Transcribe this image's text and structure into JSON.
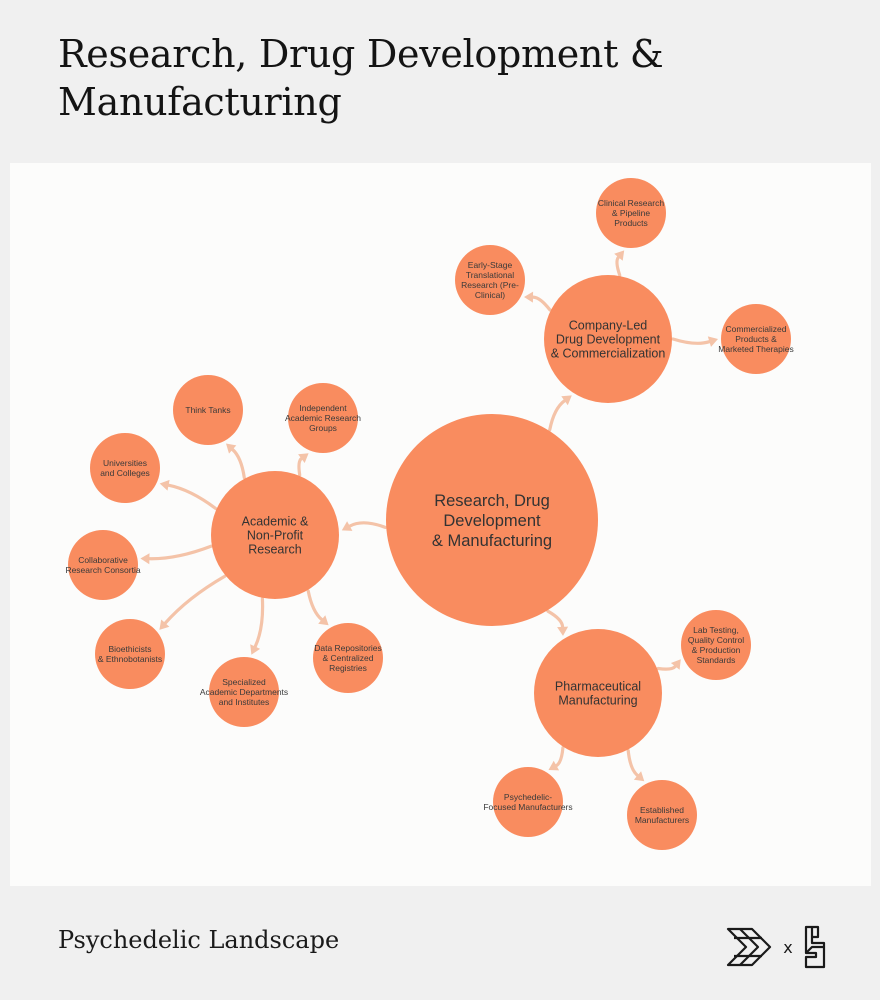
{
  "page": {
    "title": "Research, Drug Development & Manufacturing",
    "footer": "Psychedelic Landscape",
    "logo_separator": "x",
    "logos": [
      "leaf-chevron-logo",
      "geometric-s-logo"
    ]
  },
  "colors": {
    "node_fill": "#f98c5f",
    "arrow": "#f4c3a8",
    "panel": "#fcfcfb",
    "background": "#f0f0f0"
  },
  "diagram": {
    "center": {
      "id": "research-drug-development-manufacturing",
      "label": [
        "Research, Drug",
        "Development",
        "& Manufacturing"
      ]
    },
    "hubs": [
      {
        "id": "company-led-drug-development",
        "label": [
          "Company-Led",
          "Drug Development",
          "& Commercialization"
        ],
        "children": [
          {
            "id": "early-stage-translational-research",
            "label": [
              "Early-Stage",
              "Translational",
              "Research (Pre-",
              "Clinical)"
            ]
          },
          {
            "id": "clinical-research-pipeline-products",
            "label": [
              "Clinical Research",
              "& Pipeline",
              "Products"
            ]
          },
          {
            "id": "commercialized-products",
            "label": [
              "Commercialized",
              "Products &",
              "Marketed Therapies"
            ]
          }
        ]
      },
      {
        "id": "academic-non-profit-research",
        "label": [
          "Academic &",
          "Non-Profit",
          "Research"
        ],
        "children": [
          {
            "id": "think-tanks",
            "label": [
              "Think Tanks"
            ]
          },
          {
            "id": "independent-academic-research-groups",
            "label": [
              "Independent",
              "Academic Research",
              "Groups"
            ]
          },
          {
            "id": "universities-and-colleges",
            "label": [
              "Universities",
              "and Colleges"
            ]
          },
          {
            "id": "collaborative-research-consortia",
            "label": [
              "Collaborative",
              "Research Consortia"
            ]
          },
          {
            "id": "bioethicists-ethnobotanists",
            "label": [
              "Bioethicists",
              "& Ethnobotanists"
            ]
          },
          {
            "id": "specialized-academic-departments",
            "label": [
              "Specialized",
              "Academic Departments",
              "and Institutes"
            ]
          },
          {
            "id": "data-repositories-centralized-registries",
            "label": [
              "Data Repositories",
              "& Centralized",
              "Registries"
            ]
          }
        ]
      },
      {
        "id": "pharmaceutical-manufacturing",
        "label": [
          "Pharmaceutical",
          "Manufacturing"
        ],
        "children": [
          {
            "id": "lab-testing-quality-control",
            "label": [
              "Lab Testing,",
              "Quality Control",
              "& Production",
              "Standards"
            ]
          },
          {
            "id": "psychedelic-focused-manufacturers",
            "label": [
              "Psychedelic-",
              "Focused Manufacturers"
            ]
          },
          {
            "id": "established-manufacturers",
            "label": [
              "Established",
              "Manufacturers"
            ]
          }
        ]
      }
    ]
  }
}
